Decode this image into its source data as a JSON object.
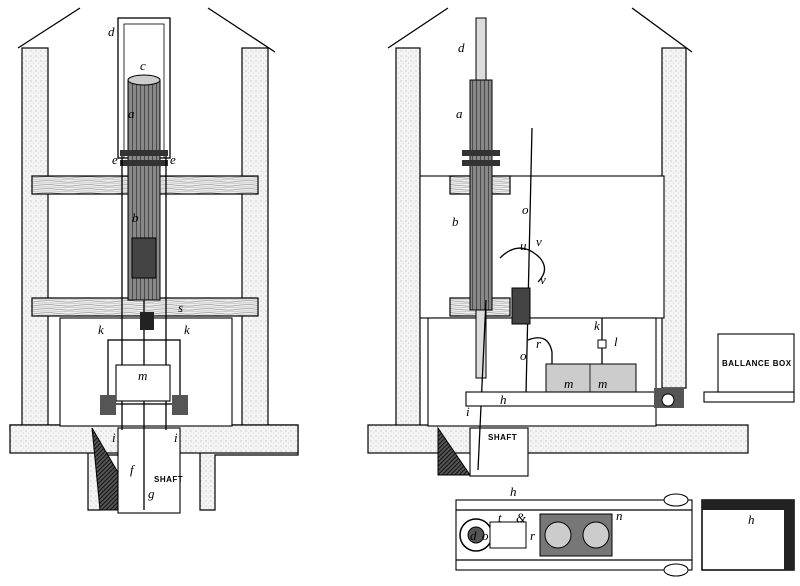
{
  "figure": {
    "left_view": {
      "labels": [
        "d",
        "c",
        "a",
        "e",
        "e",
        "b",
        "s",
        "k",
        "k",
        "m",
        "i",
        "i",
        "f",
        "g"
      ],
      "shaft_text": "SHAFT"
    },
    "right_view": {
      "labels": [
        "d",
        "a",
        "b",
        "o",
        "u",
        "v",
        "v",
        "k",
        "l",
        "o",
        "r",
        "m",
        "m",
        "h",
        "i"
      ],
      "shaft_text": "SHAFT",
      "box_text": "BALLANCE BOX"
    },
    "plan_view": {
      "labels": [
        "h",
        "t",
        "&",
        "d",
        "o",
        "r",
        "n",
        "h"
      ]
    }
  }
}
